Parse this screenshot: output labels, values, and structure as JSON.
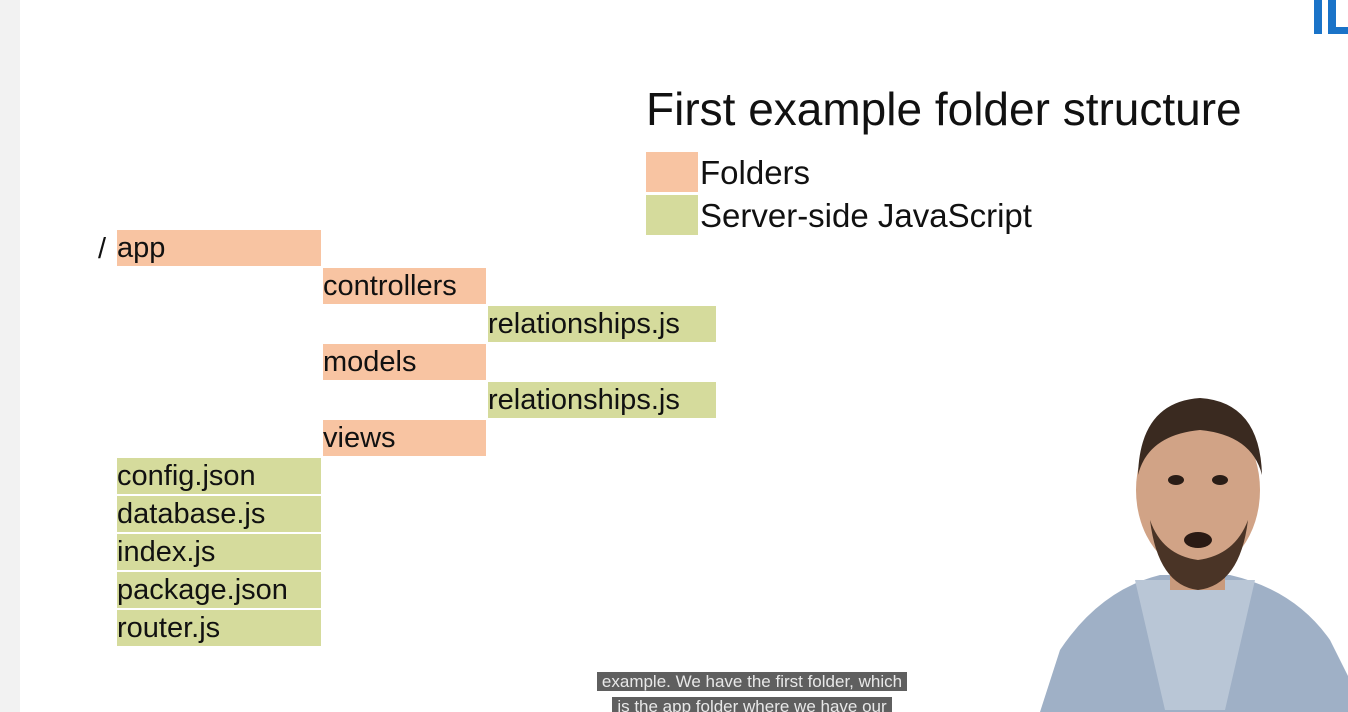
{
  "slide": {
    "title": "First example folder structure",
    "legend": [
      {
        "label": "Folders",
        "color": "#f8c4a2"
      },
      {
        "label": "Server-side JavaScript",
        "color": "#d5db9c"
      }
    ],
    "tree": {
      "root_prefix": "/",
      "nodes": [
        {
          "label": "app",
          "kind": "folder"
        },
        {
          "label": "controllers",
          "kind": "folder"
        },
        {
          "label": "relationships.js",
          "kind": "js"
        },
        {
          "label": "models",
          "kind": "folder"
        },
        {
          "label": "relationships.js",
          "kind": "js"
        },
        {
          "label": "views",
          "kind": "folder"
        },
        {
          "label": "config.json",
          "kind": "js"
        },
        {
          "label": "database.js",
          "kind": "js"
        },
        {
          "label": "index.js",
          "kind": "js"
        },
        {
          "label": "package.json",
          "kind": "js"
        },
        {
          "label": "router.js",
          "kind": "js"
        }
      ]
    }
  },
  "video": {
    "presenter_icon": "presenter-avatar",
    "caption_line1": "example. We have the first folder, which",
    "caption_line2": "is the app folder where we have our"
  },
  "logo_icon": "brand-logo",
  "colors": {
    "accent": "#1a73c8",
    "folder": "#f8c4a2",
    "js": "#d5db9c"
  }
}
